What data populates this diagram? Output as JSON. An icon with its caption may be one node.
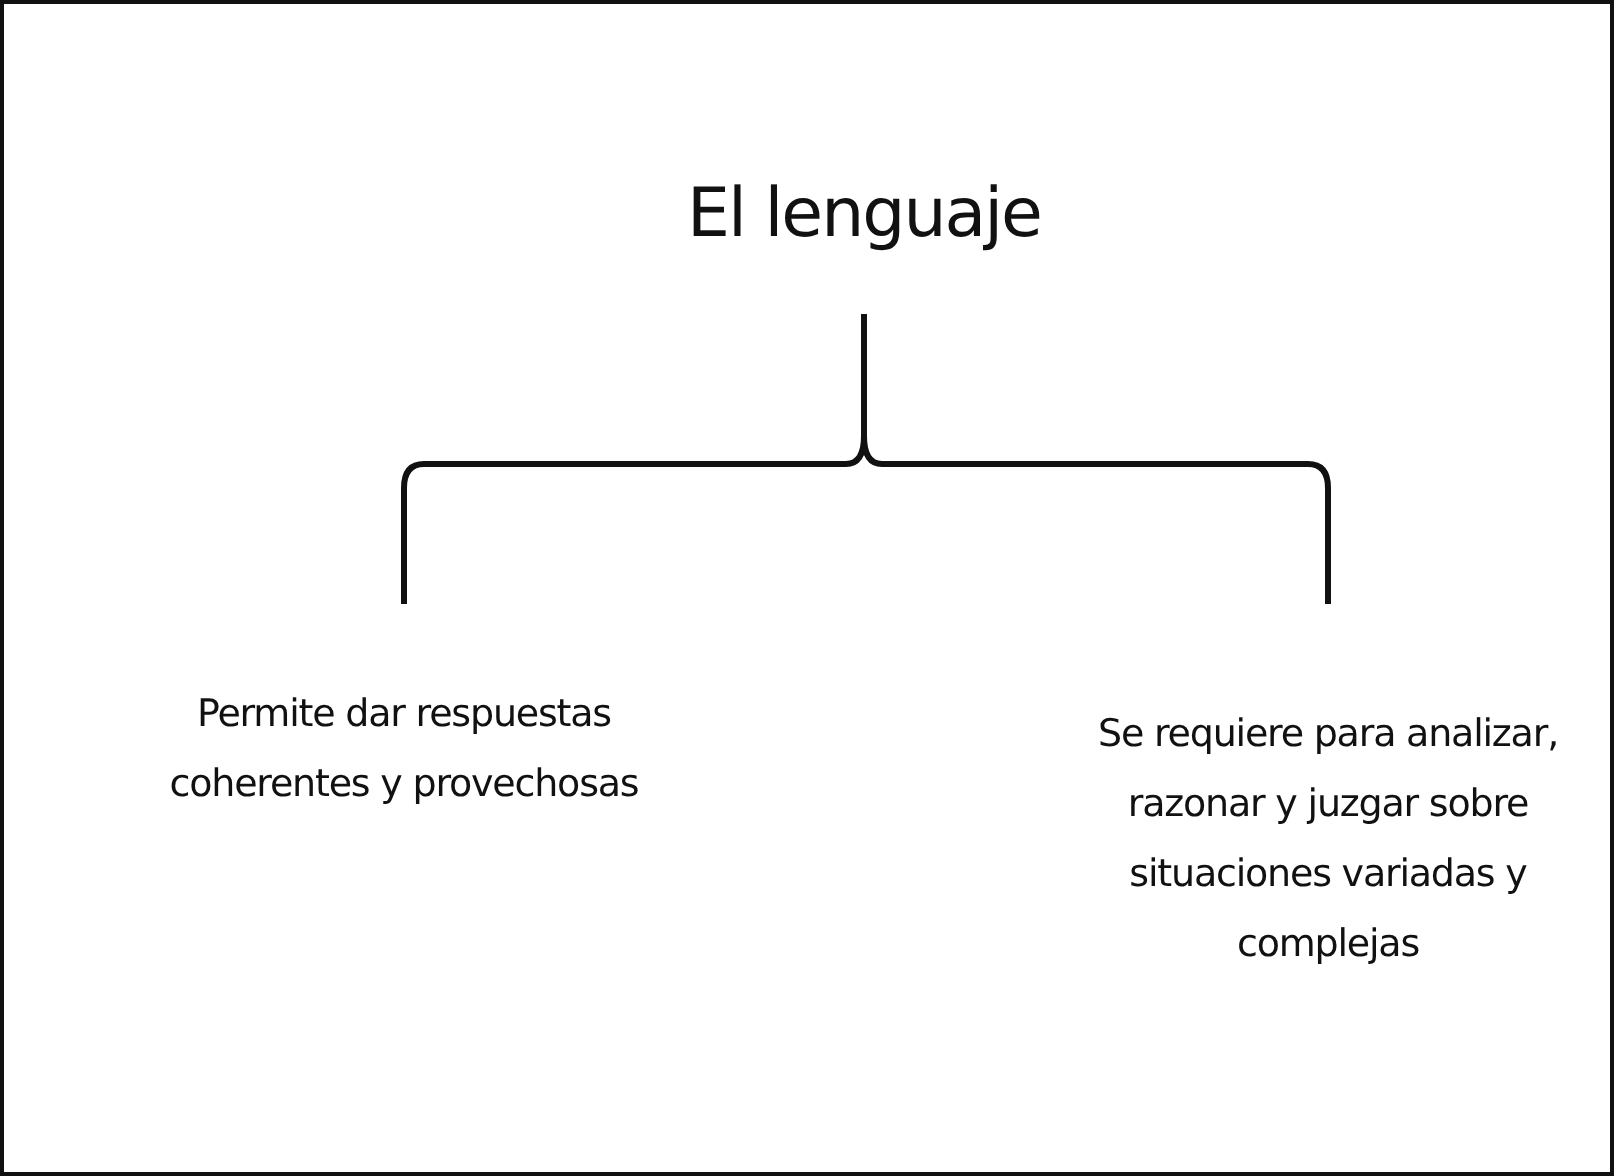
{
  "diagram": {
    "nodes": [
      {
        "text": [
          "El lenguaje"
        ]
      },
      {
        "text": [
          "Permite dar respuestas coherentes y provechosas"
        ]
      },
      {
        "text": [
          "Se requiere para analizar, razonar y juzgar sobre situaciones variadas y complejas"
        ]
      }
    ],
    "edges": [
      {
        "from": 0,
        "to": 1,
        "arrow": "none"
      },
      {
        "from": 0,
        "to": 2,
        "arrow": "none"
      }
    ]
  }
}
